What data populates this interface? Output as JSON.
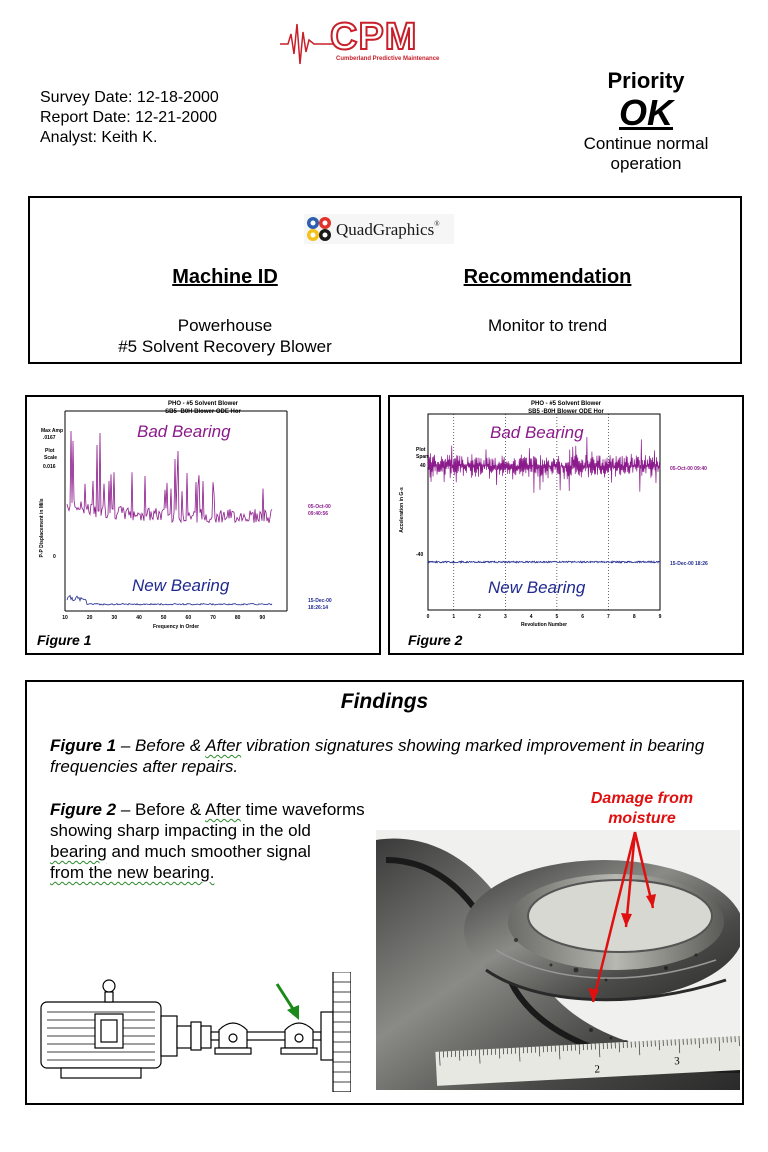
{
  "header": {
    "logo": {
      "text": "CPM",
      "subtitle": "Cumberland Predictive Maintenance",
      "color": "#c8202a"
    },
    "survey_date": "Survey Date:  12-18-2000",
    "report_date": "Report Date:  12-21-2000",
    "analyst": "Analyst:  Keith K."
  },
  "priority": {
    "label": "Priority",
    "value": "OK",
    "note_line1": "Continue normal",
    "note_line2": "operation"
  },
  "client": {
    "logo_text": "QuadGraphics",
    "logo_suffix": "®"
  },
  "machine": {
    "heading": "Machine ID",
    "line1": "Powerhouse",
    "line2": "#5 Solvent Recovery Blower"
  },
  "recommendation": {
    "heading": "Recommendation",
    "text": "Monitor to trend"
  },
  "figure1": {
    "label": "Figure 1",
    "title_line1": "PHO  - #5  Solvent Blower",
    "title_line2": "SB5      -B0H   Blower ODE Hor",
    "ylabel": "P-P Displacement in Mils",
    "xlabel": "Frequency in Order",
    "max_amp_label": "Max Amp",
    "max_amp_value": ".0167",
    "plot_scale_label": "Plot",
    "plot_scale_label2": "Scale",
    "scale_top": "0.016",
    "scale_zero": "0",
    "bad_label": "Bad Bearing",
    "new_label": "New Bearing",
    "bad_date": "05-Oct-00",
    "bad_time": "09:40:56",
    "new_date": "15-Dec-00",
    "new_time": "18:26:14",
    "xticks": [
      "10",
      "20",
      "30",
      "40",
      "50",
      "60",
      "70",
      "80",
      "90"
    ],
    "bad_color": "#8b1a8b",
    "new_color": "#1f2a8f"
  },
  "figure2": {
    "label": "Figure 2",
    "title_line1": "PHO  - #5  Solvent Blower",
    "title_line2": "SB5      -B0H   Blower ODE Hor",
    "ylabel": "Acceleration in G-s",
    "xlabel": "Revolution Number",
    "plot_span_label": "Plot",
    "plot_span_label2": "Span",
    "y_top": "40",
    "y_bottom": "-40",
    "bad_label": "Bad Bearing",
    "new_label": "New Bearing",
    "bad_stamp": "05-Oct-00  09:40",
    "new_stamp": "15-Dec-00  18:26",
    "xticks": [
      "0",
      "1",
      "2",
      "3",
      "4",
      "5",
      "6",
      "7",
      "8",
      "9"
    ]
  },
  "findings": {
    "heading": "Findings",
    "fig1_label": "Figure 1",
    "fig1_text_a": " – Before & ",
    "fig1_after": "After",
    "fig1_text_b": " vibration signatures showing marked improvement in bearing frequencies after repairs.",
    "fig2_label": "Figure 2",
    "fig2_text_a": " – Before & ",
    "fig2_after": "After",
    "fig2_text_b": " time waveforms",
    "fig2_line2": "showing sharp impacting in the old",
    "fig2_line3_a": "bearing",
    "fig2_line3_b": " and much smoother signal",
    "fig2_line4": "from the new bearing.",
    "damage_line1": "Damage from",
    "damage_line2": "moisture",
    "damage_color": "#e01010",
    "arrow_color": "#1a8a1a"
  }
}
